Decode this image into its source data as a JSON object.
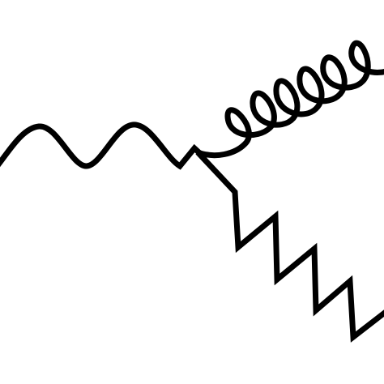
{
  "diagram": {
    "background_color": "#ffffff",
    "line_color": "#000000",
    "lines": [
      {
        "name": "wavy-line",
        "style": "sinusoidal"
      },
      {
        "name": "coil-line",
        "style": "helical-loops"
      },
      {
        "name": "zigzag-line",
        "style": "sawtooth"
      }
    ]
  }
}
